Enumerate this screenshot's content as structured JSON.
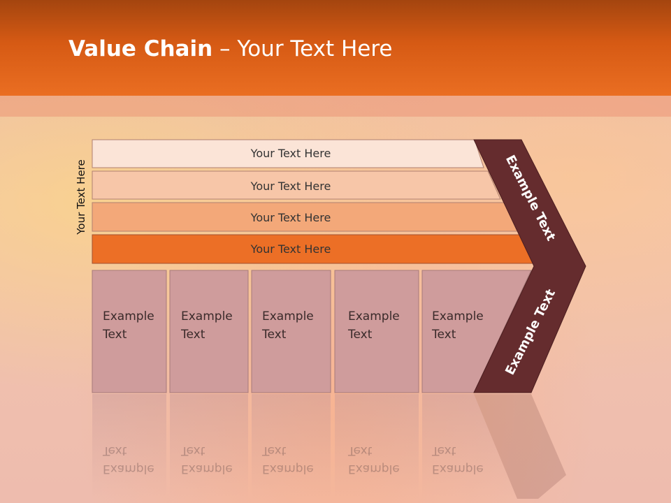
{
  "title": {
    "bold": "Value Chain",
    "rest": " – Your Text Here"
  },
  "side_label": "Your Text Here",
  "bars": [
    {
      "label": "Your Text Here",
      "color": "#fbe4d7"
    },
    {
      "label": "Your Text Here",
      "color": "#f7c6a8"
    },
    {
      "label": "Your Text Here",
      "color": "#f3a879"
    },
    {
      "label": "Your Text Here",
      "color": "#ec6f26"
    }
  ],
  "boxes": [
    {
      "line1": "Example",
      "line2": "Text"
    },
    {
      "line1": "Example",
      "line2": "Text"
    },
    {
      "line1": "Example",
      "line2": "Text"
    },
    {
      "line1": "Example",
      "line2": "Text"
    },
    {
      "line1": "Example",
      "line2": "Text"
    }
  ],
  "arrow": {
    "upper_label": "Example Text",
    "lower_label": "Example Text",
    "color": "#652c2e"
  },
  "colors": {
    "header": "#ea6e22",
    "box_fill": "#cf9c9c"
  }
}
